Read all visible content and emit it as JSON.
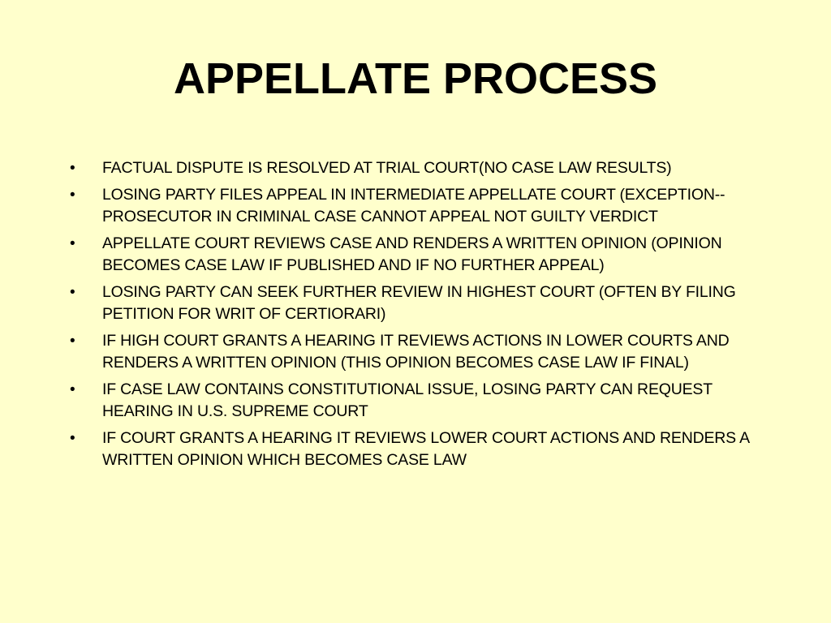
{
  "slide": {
    "title": "APPELLATE PROCESS",
    "background_color": "#FFFFCC",
    "bullet_glyph": "•",
    "bullets": [
      "FACTUAL DISPUTE IS RESOLVED AT TRIAL COURT(NO CASE LAW RESULTS)",
      "LOSING PARTY FILES APPEAL IN INTERMEDIATE APPELLATE COURT (EXCEPTION--PROSECUTOR IN CRIMINAL CASE CANNOT APPEAL NOT GUILTY VERDICT",
      "APPELLATE COURT REVIEWS CASE AND RENDERS A WRITTEN OPINION (OPINION BECOMES CASE LAW IF PUBLISHED AND IF NO FURTHER APPEAL)",
      "LOSING PARTY CAN SEEK FURTHER REVIEW IN HIGHEST COURT (OFTEN BY FILING PETITION FOR WRIT OF CERTIORARI)",
      "IF HIGH COURT GRANTS A HEARING IT REVIEWS ACTIONS IN LOWER COURTS AND RENDERS A WRITTEN OPINION (THIS OPINION BECOMES CASE LAW IF FINAL)",
      "IF CASE LAW CONTAINS CONSTITUTIONAL ISSUE, LOSING PARTY CAN REQUEST HEARING IN U.S. SUPREME COURT",
      "IF COURT GRANTS A HEARING IT REVIEWS LOWER COURT ACTIONS AND RENDERS A WRITTEN OPINION WHICH BECOMES CASE LAW"
    ]
  }
}
